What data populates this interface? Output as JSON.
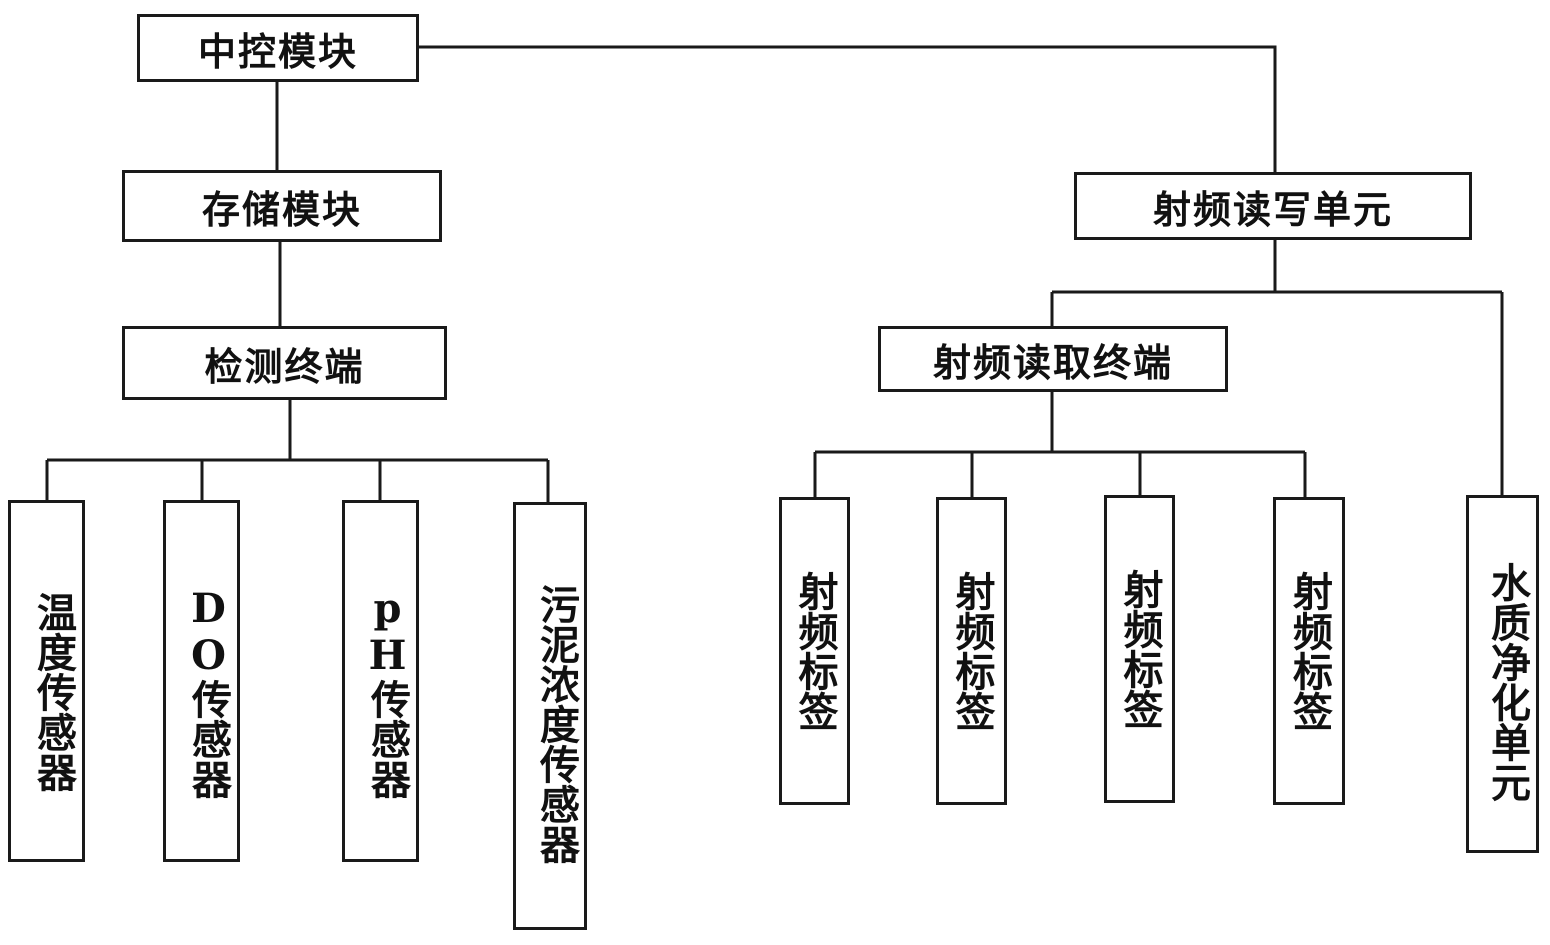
{
  "nodes": {
    "central_control": "中控模块",
    "storage": "存储模块",
    "detection_terminal": "检测终端",
    "temperature_sensor": "温度传感器",
    "do_sensor": "DO传感器",
    "ph_sensor": "pH传感器",
    "sludge_sensor": "污泥浓度传感器",
    "rf_rw_unit": "射频读写单元",
    "rf_read_terminal": "射频读取终端",
    "rf_tag_1": "射频标签",
    "rf_tag_2": "射频标签",
    "rf_tag_3": "射频标签",
    "rf_tag_4": "射频标签",
    "water_purification": "水质净化单元"
  }
}
